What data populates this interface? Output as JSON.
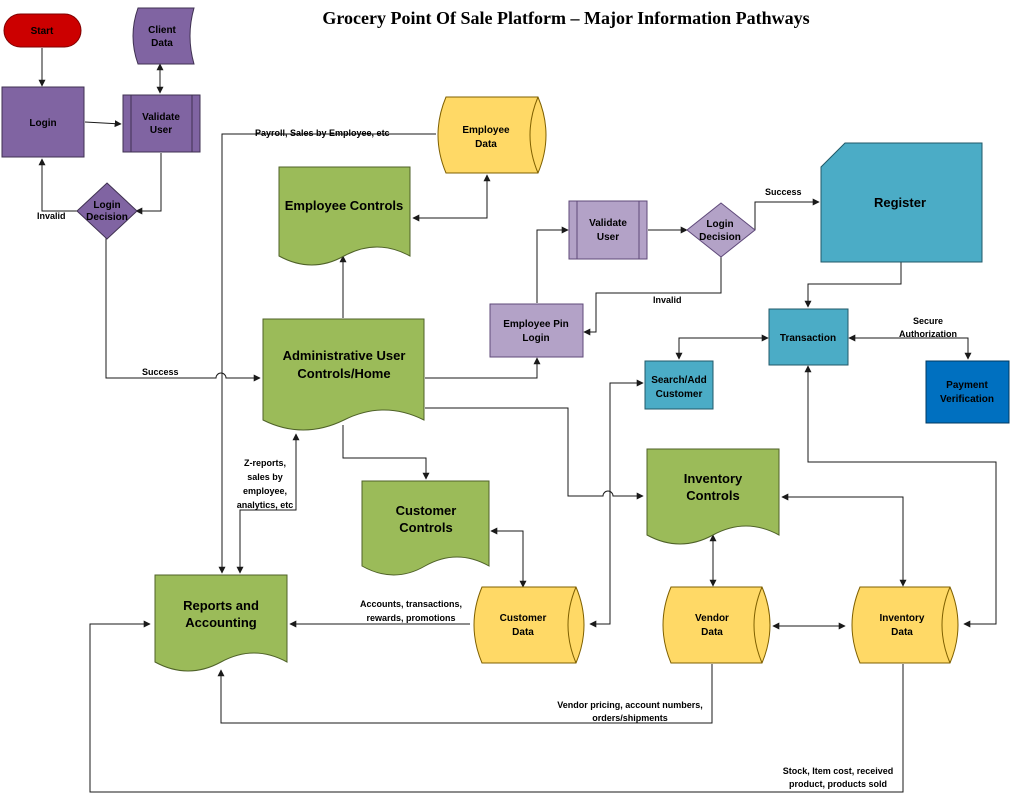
{
  "diagram": {
    "title": "Grocery Point Of Sale Platform – Major Information Pathways",
    "colors": {
      "start": "#cc0000",
      "purple_dark": "#8064a2",
      "purple_light": "#b3a2c7",
      "green": "#9bbb59",
      "yellow": "#ffd966",
      "teal": "#4bacc6",
      "blue": "#0070c0"
    },
    "nodes": {
      "start": "Start",
      "client_data": [
        "Client",
        "Data"
      ],
      "login": "Login",
      "validate_user_1": [
        "Validate",
        "User"
      ],
      "login_decision_1": [
        "Login",
        "Decision"
      ],
      "employee_data": [
        "Employee",
        "Data"
      ],
      "employee_controls": "Employee Controls",
      "validate_user_2": [
        "Validate",
        "User"
      ],
      "login_decision_2": [
        "Login",
        "Decision"
      ],
      "register": "Register",
      "employee_pin_login": [
        "Employee Pin",
        "Login"
      ],
      "transaction": "Transaction",
      "admin_controls": [
        "Administrative User",
        "Controls/Home"
      ],
      "search_add_customer": [
        "Search/Add",
        "Customer"
      ],
      "payment_verification": [
        "Payment",
        "Verification"
      ],
      "inventory_controls": [
        "Inventory",
        "Controls"
      ],
      "customer_controls": [
        "Customer",
        "Controls"
      ],
      "reports_accounting": [
        "Reports and",
        "Accounting"
      ],
      "customer_data": [
        "Customer",
        "Data"
      ],
      "vendor_data": [
        "Vendor",
        "Data"
      ],
      "inventory_data": [
        "Inventory",
        "Data"
      ]
    },
    "edge_labels": {
      "invalid_1": "Invalid",
      "success_1": "Success",
      "payroll": "Payroll, Sales by Employee, etc",
      "success_2": "Success",
      "invalid_2": "Invalid",
      "secure_auth": [
        "Secure",
        "Authorization"
      ],
      "zreports": [
        "Z-reports,",
        "sales by",
        "employee,",
        "analytics, etc"
      ],
      "accounts": [
        "Accounts, transactions,",
        "rewards, promotions"
      ],
      "vendor_pricing": [
        "Vendor pricing, account numbers,",
        "orders/shipments"
      ],
      "stock": [
        "Stock, Item cost, received",
        "product, products sold"
      ]
    }
  }
}
